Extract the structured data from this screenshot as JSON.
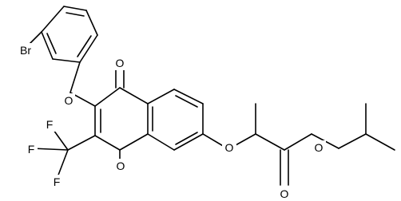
{
  "molecule": {
    "atoms": {
      "br": "Br",
      "o_ether_top": "O",
      "o_carbonyl": "O",
      "o_ring": "O",
      "o_ether_right": "O",
      "o_ester": "O",
      "o_ester_carbonyl": "O",
      "f_left": "F",
      "f_middle": "F",
      "f_right": "F"
    }
  }
}
